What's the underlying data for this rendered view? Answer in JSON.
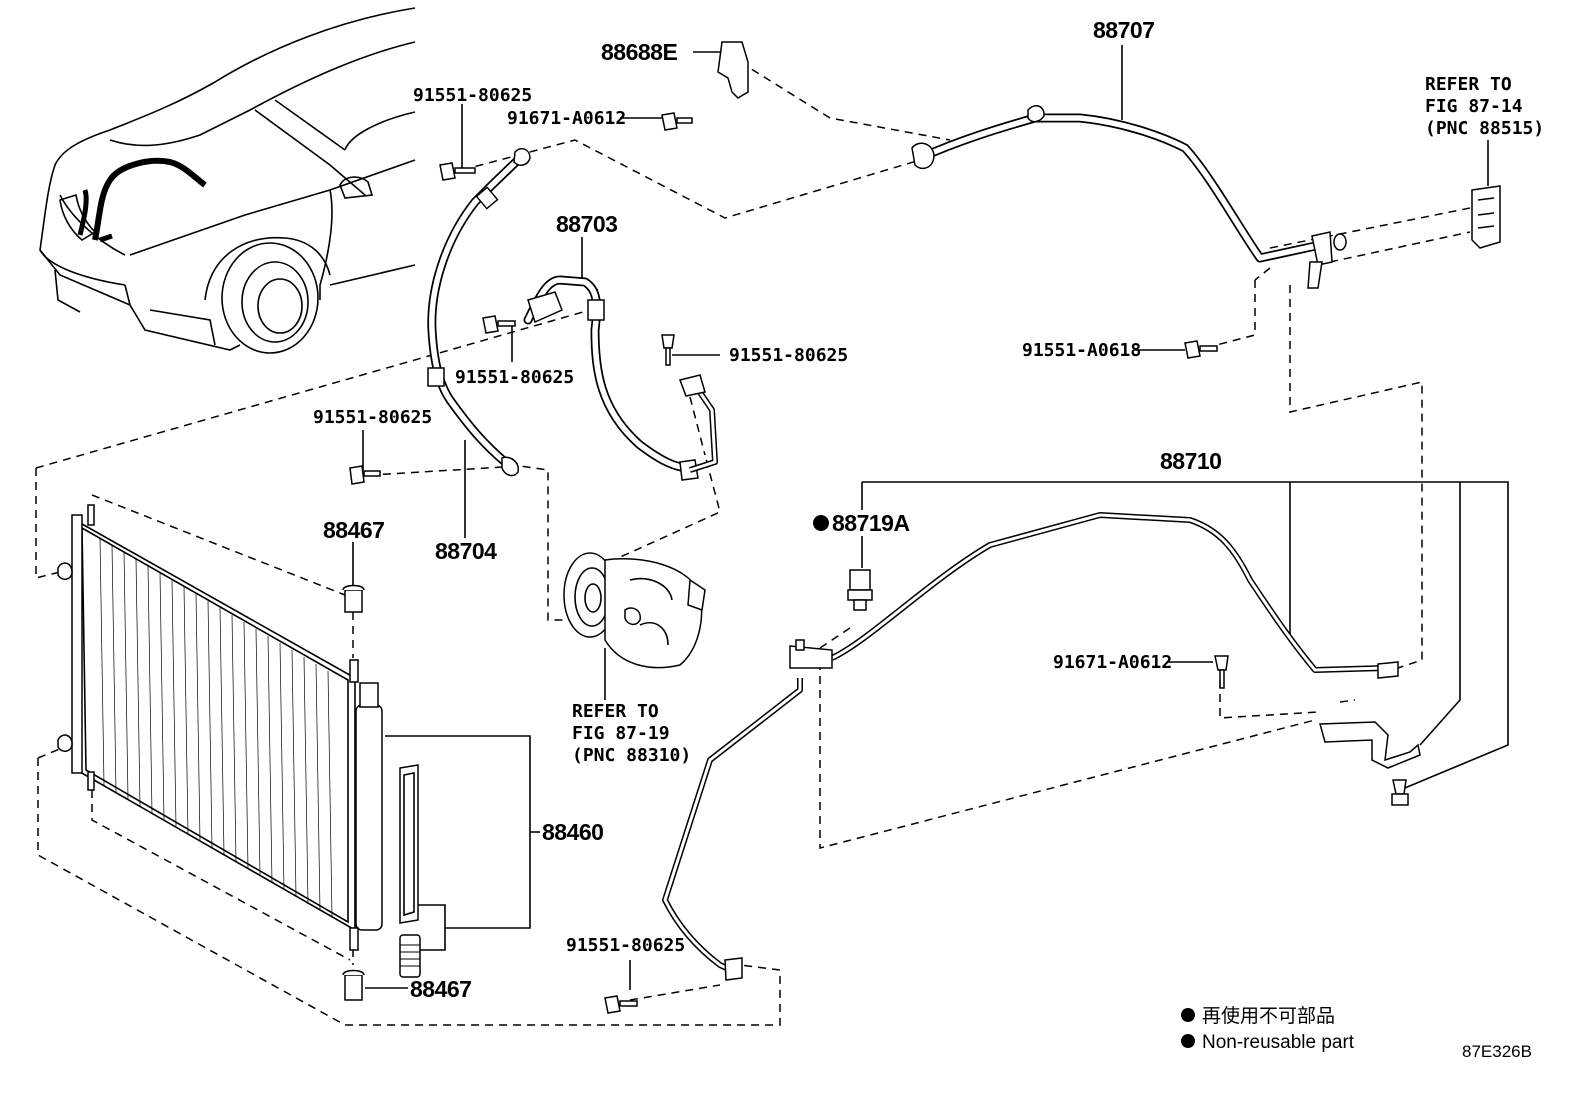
{
  "labels": {
    "p88688e": "88688E",
    "p88707": "88707",
    "p91551_80625_a": "91551-80625",
    "p91671_a0612_a": "91671-A0612",
    "p88703": "88703",
    "p91551_80625_b": "91551-80625",
    "p91551_80625_c": "91551-80625",
    "p91551_80625_d": "91551-80625",
    "p88704": "88704",
    "p88467_a": "88467",
    "p88467_b": "88467",
    "p88460": "88460",
    "p91551_a0618": "91551-A0618",
    "p88710": "88710",
    "p88719a": "88719A",
    "p91671_a0612_b": "91671-A0612",
    "p91551_80625_e": "91551-80625"
  },
  "refer_top": [
    "REFER TO",
    "FIG 87-14",
    "(PNC 88515)"
  ],
  "refer_mid": [
    "REFER TO",
    "FIG 87-19",
    "(PNC 88310)"
  ],
  "legend": {
    "jp": "再使用不可部品",
    "en": "Non-reusable part"
  },
  "figure_code": "87E326B"
}
